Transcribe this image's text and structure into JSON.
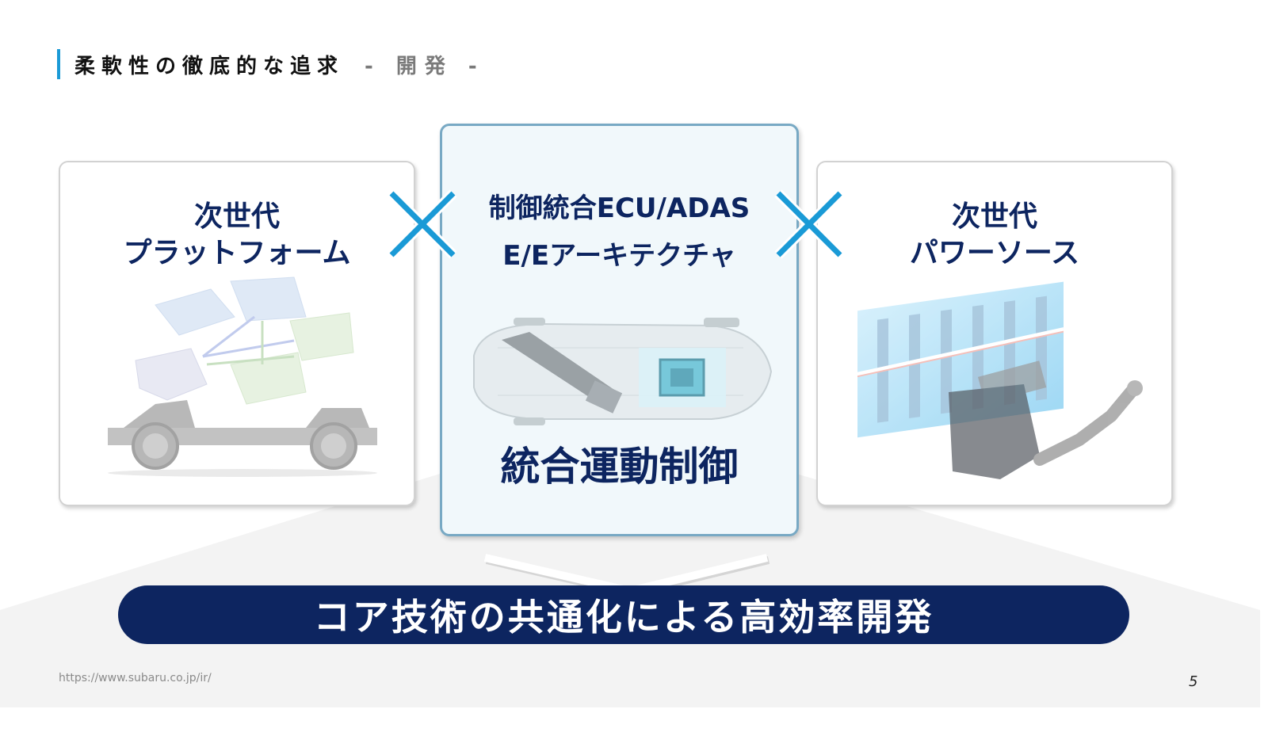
{
  "header": {
    "title": "柔軟性の徹底的な追求",
    "subtitle": "- 開発 -",
    "accent_color": "#1a9ad6"
  },
  "cards": [
    {
      "id": "platform",
      "heading_line1": "次世代",
      "heading_line2": "プラットフォーム",
      "illustration": "vehicle-platform-chassis-illustration"
    },
    {
      "id": "ecu",
      "heading_line1": "制御統合ECU/ADAS",
      "heading_line2": "E/Eアーキテクチャ",
      "footer": "統合運動制御",
      "illustration": "car-ecu-chip-illustration"
    },
    {
      "id": "powersource",
      "heading_line1": "次世代",
      "heading_line2": "パワーソース",
      "illustration": "battery-engine-illustration"
    }
  ],
  "operators": [
    "×",
    "×"
  ],
  "banner": {
    "text": "コア技術の共通化による高効率開発",
    "color": "#0d2560"
  },
  "footer": {
    "url": "https://www.subaru.co.jp/ir/",
    "page_number": "5"
  },
  "colors": {
    "heading_navy": "#0d2560",
    "cross_blue": "#1a9ad6",
    "center_border": "#78a9c4",
    "center_fill": "#f1f8fb"
  }
}
